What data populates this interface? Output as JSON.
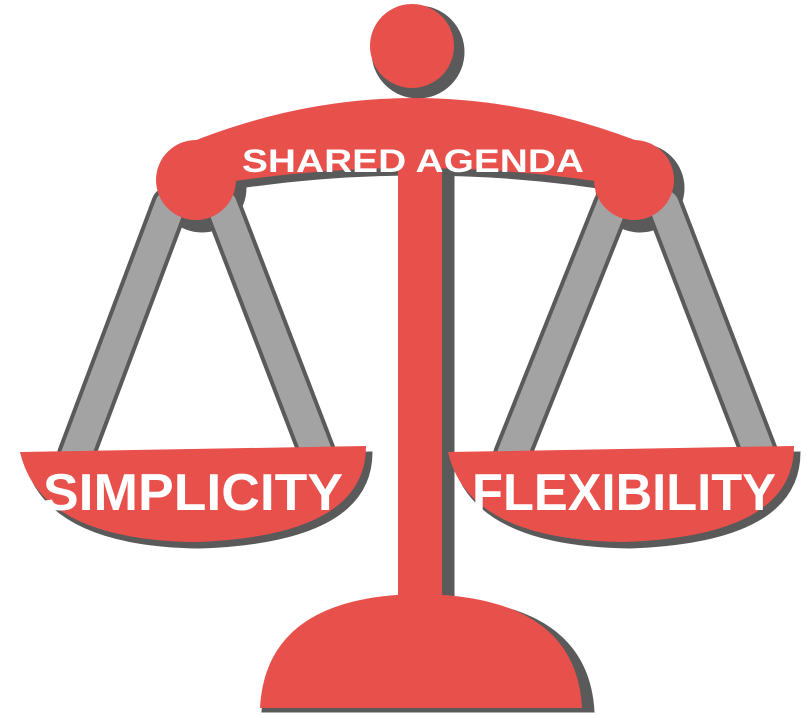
{
  "diagram": {
    "beam_label": "SHARED AGENDA",
    "left_pan_label": "SIMPLICITY",
    "right_pan_label": "FLEXIBILITY"
  },
  "colors": {
    "primary_red": "#e8504c",
    "shadow_gray": "#5a5a5a",
    "chain_gray": "#a3a3a3",
    "text_white": "#ffffff",
    "background": "#ffffff"
  }
}
